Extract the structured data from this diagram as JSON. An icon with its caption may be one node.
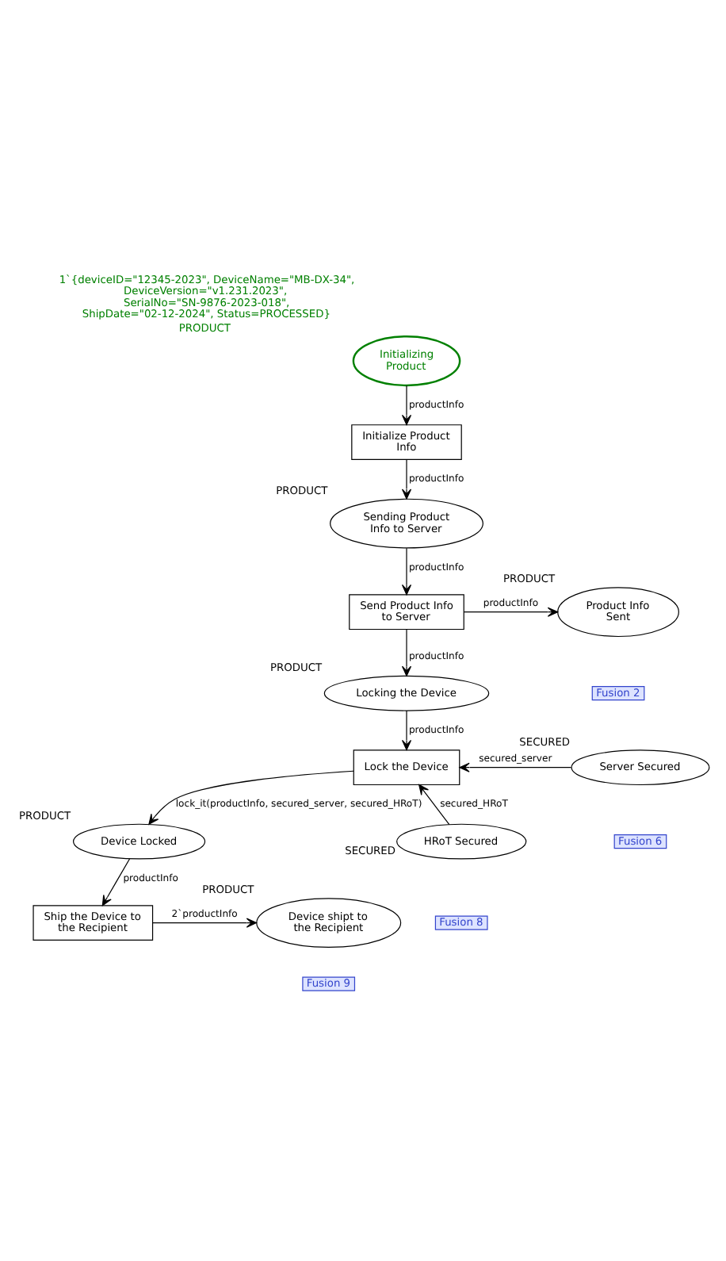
{
  "diagram": {
    "nodes": [
      {
        "text": [
          "Initializing Product"
        ],
        "beside": [
          "1`{deviceID=\"12345-2023\", DeviceName=\"MB-DX-34\", DeviceVersion=\"v1.231.2023\", SerialNo=\"SN-9876-2023-018\", ShipDate=\"02-12-2024\", Status=PROCESSED}",
          "PRODUCT"
        ]
      },
      {
        "text": [
          "Initialize Product Info"
        ]
      },
      {
        "text": [
          "Sending Product Info to Server"
        ],
        "beside": [
          "PRODUCT"
        ]
      },
      {
        "text": [
          "Send Product Info to Server"
        ]
      },
      {
        "text": [
          "Product Info Sent"
        ],
        "beside": [
          "PRODUCT"
        ]
      },
      {
        "text": [
          "Fusion 2"
        ]
      },
      {
        "text": [
          "Locking the Device"
        ],
        "beside": [
          "PRODUCT"
        ]
      },
      {
        "text": [
          "Server Secured"
        ],
        "beside": [
          "SECURED"
        ]
      },
      {
        "text": [
          "Fusion 6"
        ]
      },
      {
        "text": [
          "Lock the Device"
        ]
      },
      {
        "text": [
          "HRoT Secured"
        ],
        "beside": [
          "SECURED"
        ]
      },
      {
        "text": [
          "Fusion 8"
        ]
      },
      {
        "text": [
          "Device Locked"
        ],
        "beside": [
          "PRODUCT"
        ]
      },
      {
        "text": [
          "Ship the Device to the Recipient"
        ]
      },
      {
        "text": [
          "Device shipt to the Recipient"
        ],
        "beside": [
          "PRODUCT"
        ]
      },
      {
        "text": [
          "Fusion 9"
        ]
      }
    ],
    "edges": [
      {
        "from": 0,
        "to": 1,
        "arrow": "to",
        "label": "productInfo"
      },
      {
        "from": 1,
        "to": 2,
        "arrow": "to",
        "label": "productInfo"
      },
      {
        "from": 2,
        "to": 3,
        "arrow": "to",
        "label": "productInfo"
      },
      {
        "from": 3,
        "to": 4,
        "arrow": "to",
        "label": "productInfo"
      },
      {
        "from": 3,
        "to": 6,
        "arrow": "to",
        "label": "productInfo"
      },
      {
        "from": 6,
        "to": 9,
        "arrow": "to",
        "label": "productInfo"
      },
      {
        "from": 7,
        "to": 9,
        "arrow": "to",
        "label": "secured_server"
      },
      {
        "from": 10,
        "to": 9,
        "arrow": "to",
        "label": "secured_HRoT"
      },
      {
        "from": 9,
        "to": 12,
        "arrow": "to",
        "label": "lock_it(productInfo, secured_server, secured_HRoT)"
      },
      {
        "from": 12,
        "to": 13,
        "arrow": "to",
        "label": "productInfo"
      },
      {
        "from": 13,
        "to": 14,
        "arrow": "to",
        "label": "2`productInfo"
      }
    ]
  }
}
